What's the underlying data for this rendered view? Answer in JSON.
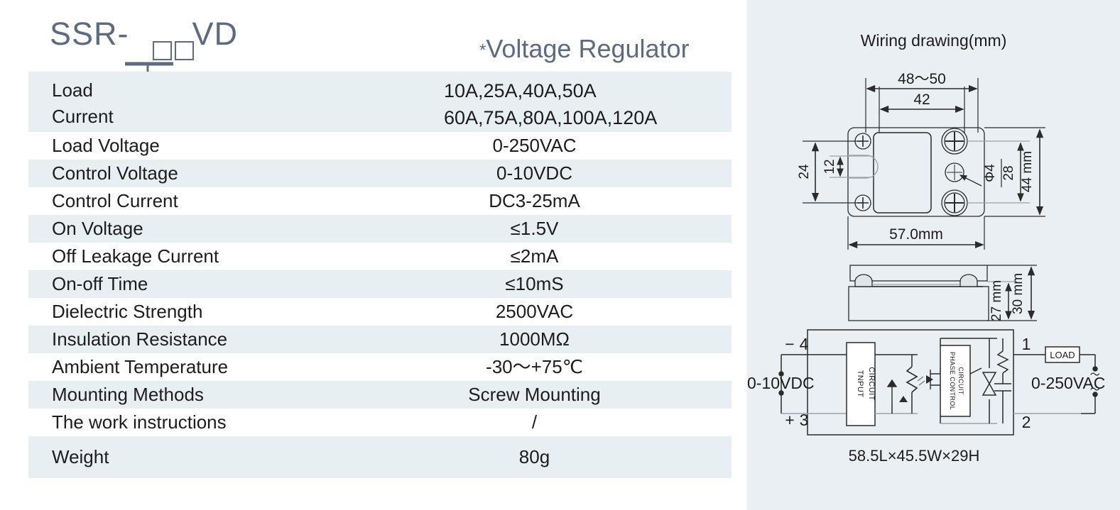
{
  "product": {
    "title_prefix": "SSR-",
    "title_suffix": " VD",
    "variant_boxes": 2,
    "subtitle": "Voltage Regulator",
    "subtitle_marker": "*"
  },
  "spec_table": {
    "rows": [
      {
        "label": "Load",
        "label2": "Current",
        "value": "10A,25A,40A,50A",
        "value2": "60A,75A,80A,100A,120A",
        "tall": true
      },
      {
        "label": "Load Voltage",
        "value": "0-250VAC"
      },
      {
        "label": "Control Voltage",
        "value": "0-10VDC"
      },
      {
        "label": "Control Current",
        "value": "DC3-25mA"
      },
      {
        "label": "On Voltage",
        "value": "≤1.5V"
      },
      {
        "label": "Off Leakage Current",
        "value": "≤2mA"
      },
      {
        "label": "On-off Time",
        "value": "≤10mS"
      },
      {
        "label": "Dielectric Strength",
        "value": "2500VAC"
      },
      {
        "label": "Insulation Resistance",
        "value": "1000MΩ"
      },
      {
        "label": "Ambient Temperature",
        "value": "-30～+75℃"
      },
      {
        "label": "Mounting Methods",
        "value": "Screw Mounting"
      },
      {
        "label": "The work instructions",
        "value": "/"
      },
      {
        "label": "Weight",
        "value": "80g"
      }
    ]
  },
  "wiring": {
    "title": "Wiring drawing(mm)",
    "overall_size": "58.5L×45.5W×29H",
    "dimensions": {
      "top_span": "48～50",
      "inner_span": "42",
      "left_outer": "24",
      "left_inner": "12",
      "hole_dia": "Φ4",
      "right_inner": "28",
      "right_outer": "44 mm",
      "width": "57.0mm",
      "side_total": "30 mm",
      "side_body": "27 mm"
    },
    "circuit": {
      "input_block": "TNPUT\nCIRCUIT",
      "input_block_line1": "TNPUT",
      "input_block_line2": "CIRCUIT",
      "phase_block_line1": "PHASE CONTROL",
      "phase_block_line2": "CIRCUIT",
      "load_label": "LOAD",
      "input_voltage": "0-10VDC",
      "output_voltage": "0-250VAC",
      "terminal_minus": "−",
      "terminal_plus": "+",
      "terminal_4": "4",
      "terminal_3": "3",
      "terminal_1": "1",
      "terminal_2": "2",
      "ac_symbol": "～"
    }
  },
  "colors": {
    "accent": "#5c6b80",
    "row_tint": "#e8eff2",
    "panel_bg": "#e9eff2",
    "text": "#1e1c1c",
    "line": "#2b2b2b"
  }
}
